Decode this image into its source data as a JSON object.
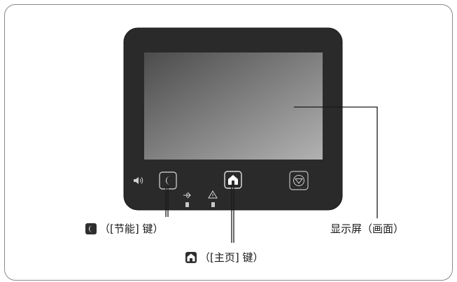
{
  "figure": {
    "icons": [
      "speaker-icon",
      "sleep-moon-icon",
      "data-arrow-icon",
      "warning-triangle-icon",
      "home-icon",
      "stop-icon"
    ],
    "colors": {
      "bezel": "#2a2a2a",
      "screen_dark": "#4c4c4c",
      "screen_light": "#b2b2b2",
      "frame": "#8a8a8a",
      "callout_line": "#1a1a1a"
    },
    "labels": {
      "energy_saver_key": "（[节能] 键）",
      "home_key": "（[主页] 键）",
      "display": "显示屏（画面）"
    }
  }
}
